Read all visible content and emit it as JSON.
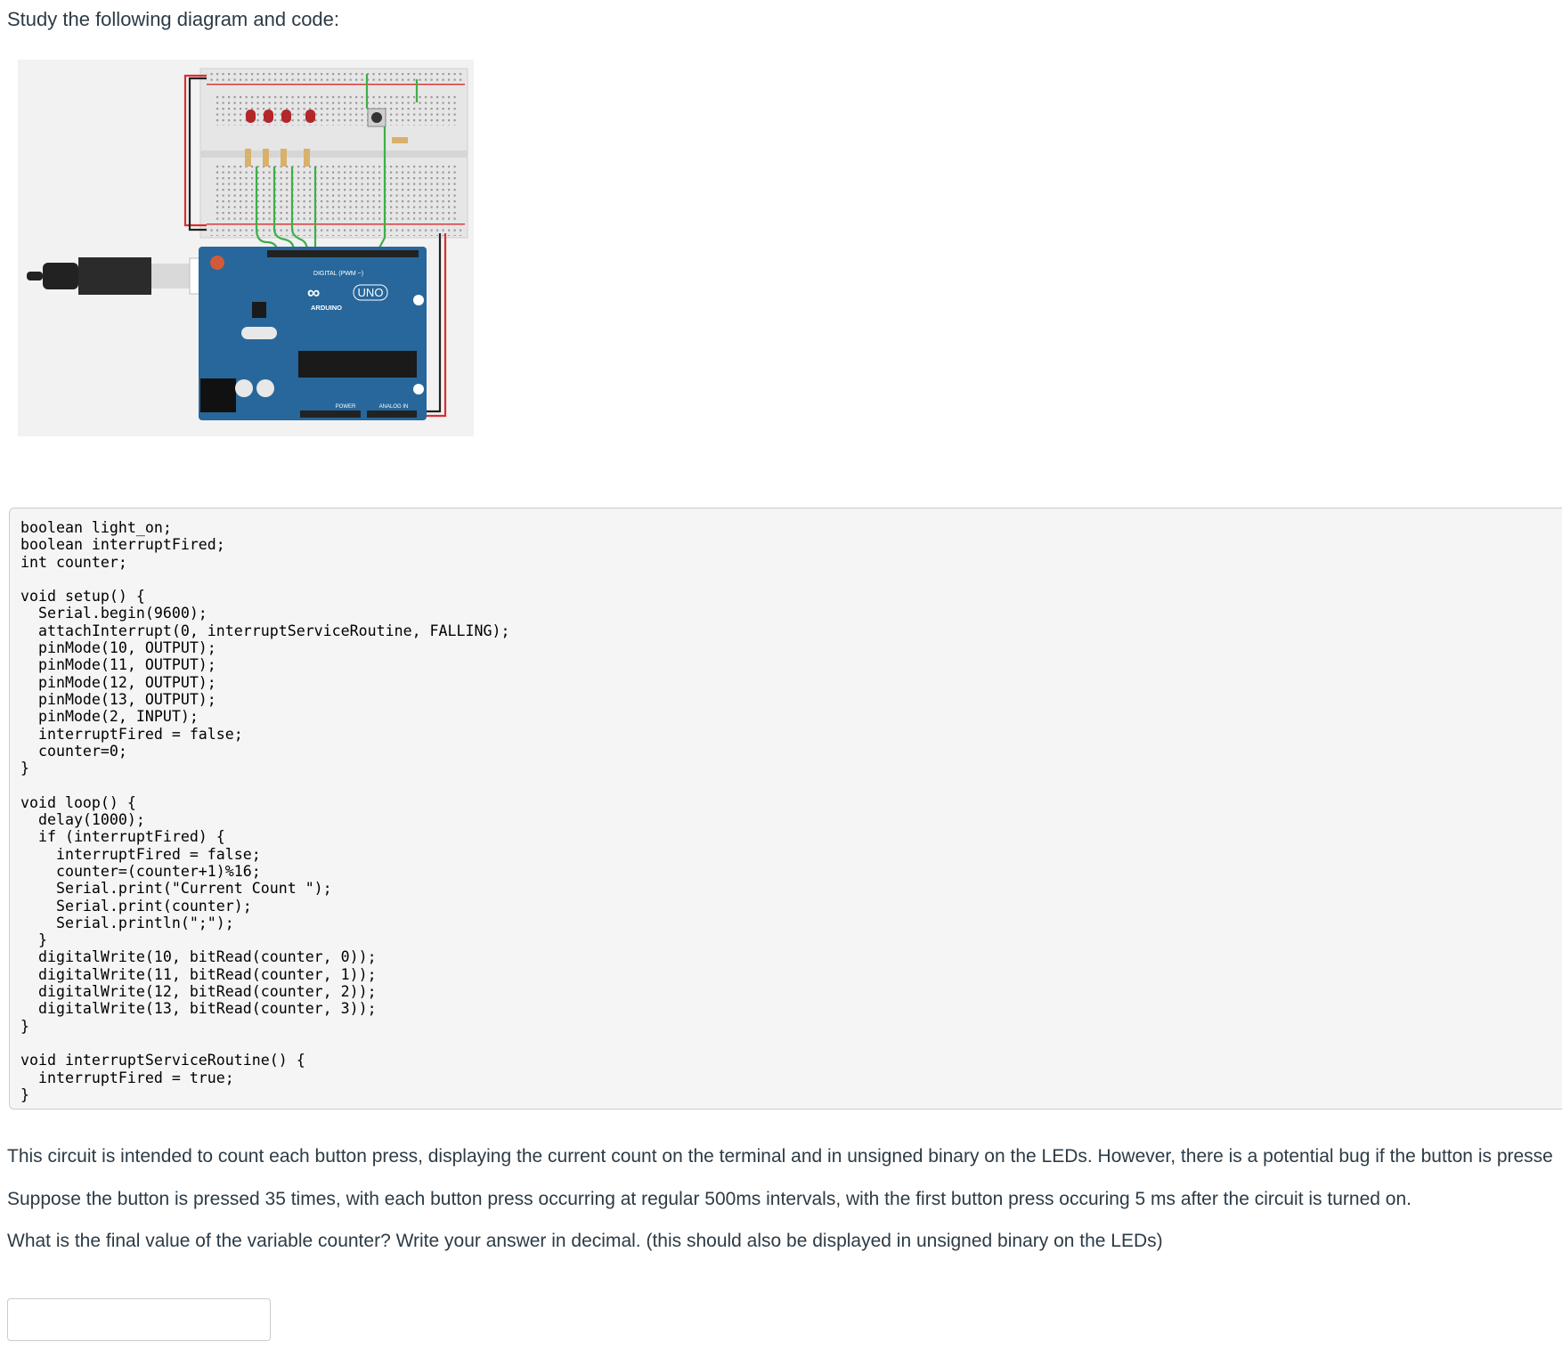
{
  "intro": "Study the following diagram and code:",
  "diagram": {
    "board_label": "UNO",
    "brand_label": "ARDUINO",
    "digital_label": "DIGITAL (PWM ~)",
    "power_label": "POWER",
    "analog_label": "ANALOG IN",
    "colors": {
      "board": "#27679b",
      "led": "#b3262a",
      "wire_green": "#3fae49",
      "wire_red": "#d8302f",
      "wire_black": "#222222",
      "breadboard": "#e4e4e4"
    }
  },
  "code": "boolean light_on;\nboolean interruptFired;\nint counter;\n\nvoid setup() {\n  Serial.begin(9600);\n  attachInterrupt(0, interruptServiceRoutine, FALLING);\n  pinMode(10, OUTPUT);\n  pinMode(11, OUTPUT);\n  pinMode(12, OUTPUT);\n  pinMode(13, OUTPUT);\n  pinMode(2, INPUT);\n  interruptFired = false;\n  counter=0;\n}\n\nvoid loop() {\n  delay(1000);\n  if (interruptFired) {\n    interruptFired = false;\n    counter=(counter+1)%16;\n    Serial.print(\"Current Count \");\n    Serial.print(counter);\n    Serial.println(\";\");\n  }\n  digitalWrite(10, bitRead(counter, 0));\n  digitalWrite(11, bitRead(counter, 1));\n  digitalWrite(12, bitRead(counter, 2));\n  digitalWrite(13, bitRead(counter, 3));\n}\n\nvoid interruptServiceRoutine() {\n  interruptFired = true;\n}",
  "questions": {
    "p1": "This circuit is intended to count each button press, displaying the current count on the terminal and in unsigned binary on the LEDs. However, there is a potential bug if the button is presse",
    "p2": "Suppose the button is pressed 35 times, with each button press occurring at regular 500ms intervals, with the first button press occuring 5 ms after the circuit is turned on.",
    "p3": "What is the final value of the variable counter? Write your answer in decimal. (this should also be displayed in unsigned binary on the LEDs)"
  },
  "answer": {
    "value": "",
    "placeholder": ""
  }
}
